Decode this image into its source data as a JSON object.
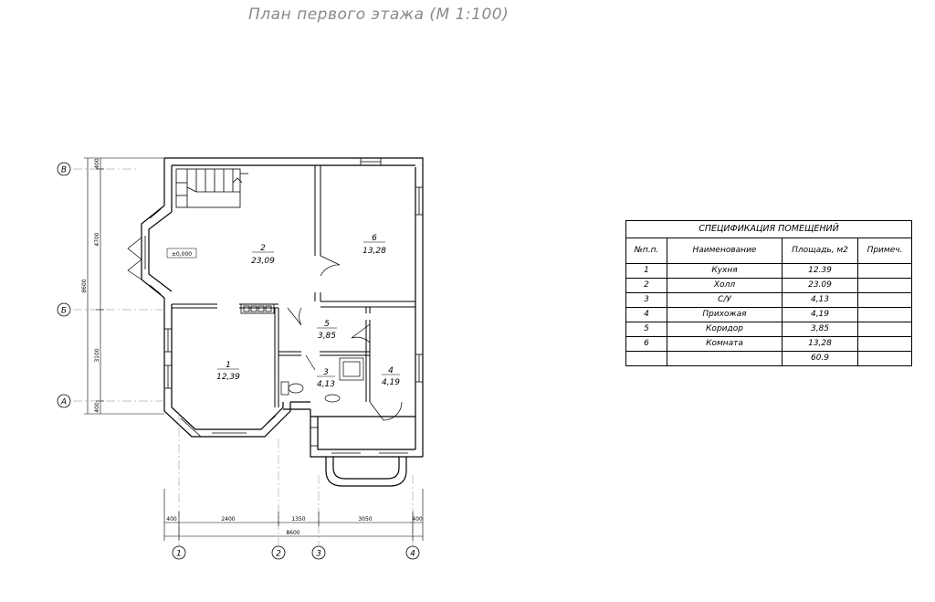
{
  "title": "План первого этажа (М 1:100)",
  "axes": {
    "rows": [
      "В",
      "Б",
      "А"
    ],
    "cols": [
      "1",
      "2",
      "3",
      "4"
    ]
  },
  "dimensions": {
    "bottom": [
      "400",
      "2400",
      "1350",
      "3050",
      "400"
    ],
    "bottom_total": "8600",
    "left": [
      "400",
      "4700",
      "3100",
      "400"
    ],
    "left_total": "8600"
  },
  "level_mark": "±0,000",
  "rooms": [
    {
      "num": "1",
      "area": "12,39"
    },
    {
      "num": "2",
      "area": "23,09"
    },
    {
      "num": "3",
      "area": "4,13"
    },
    {
      "num": "4",
      "area": "4,19"
    },
    {
      "num": "5",
      "area": "3,85"
    },
    {
      "num": "6",
      "area": "13,28"
    }
  ],
  "spec": {
    "caption": "СПЕЦИФИКАЦИЯ ПОМЕЩЕНИЙ",
    "headers": [
      "№п.п.",
      "Наименование",
      "Площадь, м2",
      "Примеч."
    ],
    "rows": [
      {
        "n": "1",
        "name": "Кухня",
        "area": "12.39",
        "note": ""
      },
      {
        "n": "2",
        "name": "Холл",
        "area": "23.09",
        "note": ""
      },
      {
        "n": "3",
        "name": "С/У",
        "area": "4,13",
        "note": ""
      },
      {
        "n": "4",
        "name": "Прихожая",
        "area": "4,19",
        "note": ""
      },
      {
        "n": "5",
        "name": "Коридор",
        "area": "3,85",
        "note": ""
      },
      {
        "n": "6",
        "name": "Комната",
        "area": "13,28",
        "note": ""
      }
    ],
    "total": "60.9"
  }
}
